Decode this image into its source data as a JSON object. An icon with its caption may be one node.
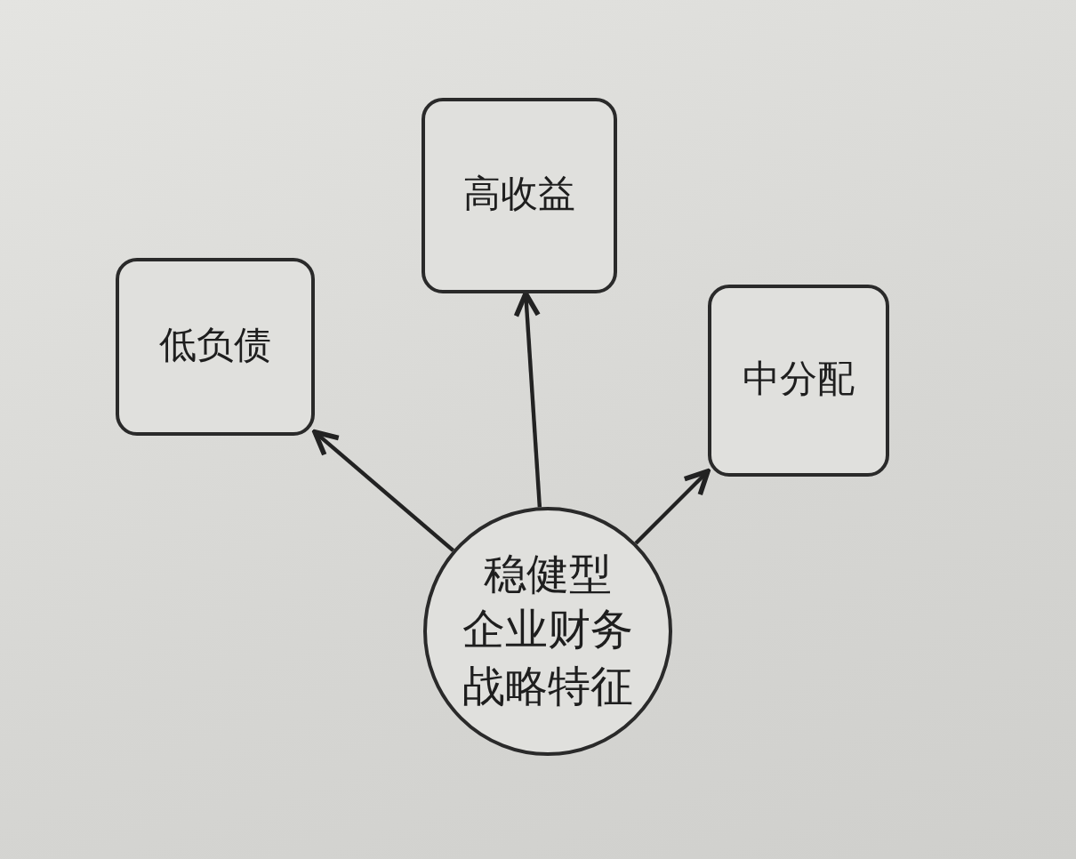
{
  "diagram": {
    "nodes": [
      {
        "text": [
          "高收益"
        ]
      },
      {
        "text": [
          "低负债"
        ]
      },
      {
        "text": [
          "中分配"
        ]
      },
      {
        "text": [
          "稳健型企业财务战略特征"
        ]
      }
    ],
    "edges": [
      {
        "from": 3,
        "to": 0,
        "arrow": "to"
      },
      {
        "from": 3,
        "to": 1,
        "arrow": "to"
      },
      {
        "from": 3,
        "to": 2,
        "arrow": "to"
      }
    ]
  }
}
